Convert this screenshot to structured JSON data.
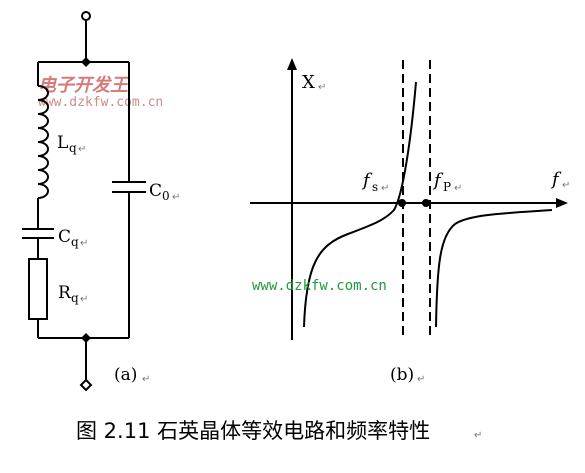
{
  "watermark": {
    "cn": "电子开发王",
    "url_red": "www.dzkfw.com.cn",
    "url_green": "www.dzkfw.com.cn"
  },
  "circuit": {
    "L_main": "L",
    "L_sub": "q",
    "C0_main": "C",
    "C0_sub": "0",
    "Cq_main": "C",
    "Cq_sub": "q",
    "Rq_main": "R",
    "Rq_sub": "q",
    "label_a": "(a)"
  },
  "graph": {
    "y_axis_label": "X",
    "x_axis_label": "f",
    "fs_main": "f",
    "fs_sub": "s",
    "fp_main": "f",
    "fp_sub": "P",
    "label_b": "(b)"
  },
  "caption": "图 2.11  石英晶体等效电路和频率特性",
  "marks": {
    "return": "↵"
  }
}
